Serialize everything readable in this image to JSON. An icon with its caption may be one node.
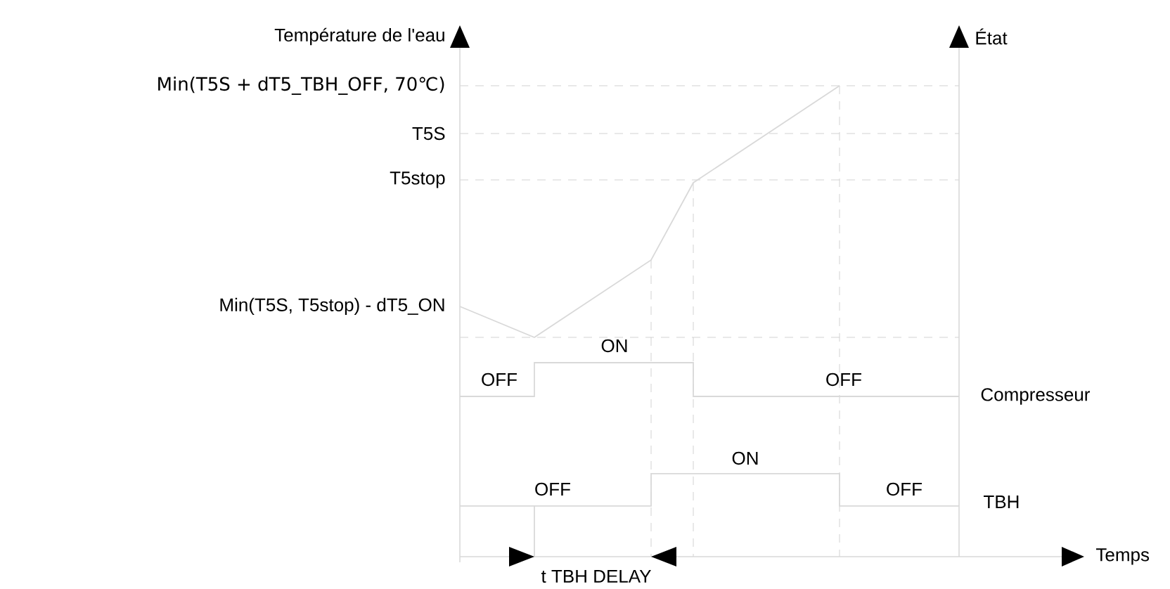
{
  "diagram": {
    "labels": [
      "Température de l'eau",
      "État",
      "Min(T5S + dT5_TBH_OFF, 70℃)",
      "T5S",
      "T5stop",
      "Min(T5S, T5stop) - dT5_ON",
      "ON",
      "OFF",
      "OFF",
      "Compresseur",
      "ON",
      "OFF",
      "OFF",
      "TBH",
      "Temps",
      "t TBH DELAY"
    ]
  }
}
